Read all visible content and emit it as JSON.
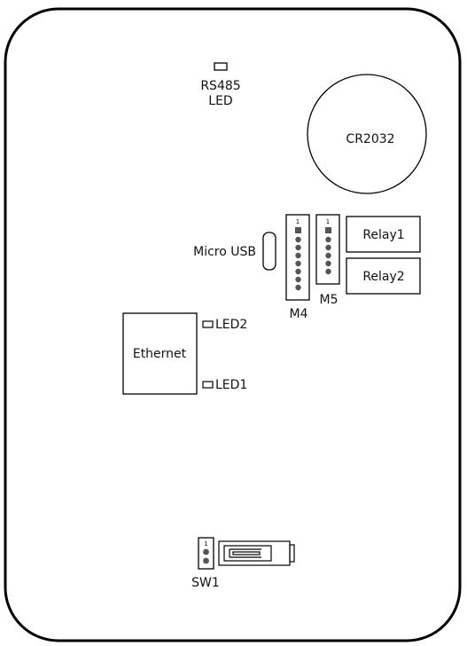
{
  "labels": {
    "rs485_line1": "RS485",
    "rs485_line2": "LED",
    "cr2032": "CR2032",
    "micro_usb": "Micro USB",
    "relay1": "Relay1",
    "relay2": "Relay2",
    "m4": "M4",
    "m5": "M5",
    "m4_pin1": "1",
    "m5_pin1": "1",
    "ethernet": "Ethernet",
    "led2": "LED2",
    "led1": "LED1",
    "sw1": "SW1",
    "sw1_pin1": "1"
  },
  "colors": {
    "stroke": "#000000",
    "fill_dark": "#555555",
    "background": "#ffffff"
  }
}
